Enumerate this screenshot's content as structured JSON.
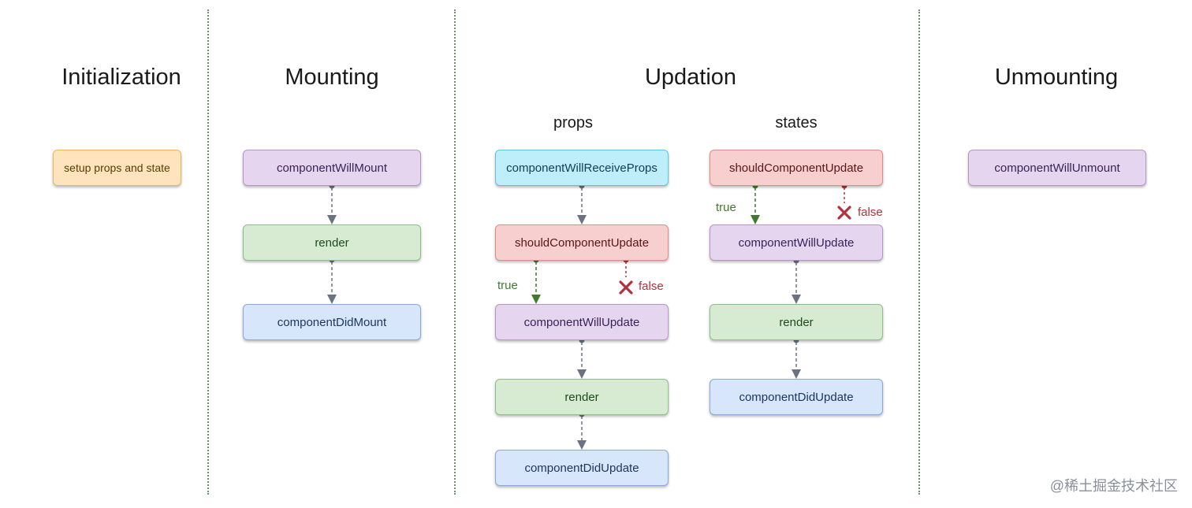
{
  "phases": {
    "initialization": "Initialization",
    "mounting": "Mounting",
    "updation": "Updation",
    "unmounting": "Unmounting"
  },
  "subtitles": {
    "props": "props",
    "states": "states"
  },
  "boxes": {
    "init_setup": "setup props and state",
    "mount_will": "componentWillMount",
    "mount_render": "render",
    "mount_did": "componentDidMount",
    "props_receive": "componentWillReceiveProps",
    "props_should": "shouldComponentUpdate",
    "props_will": "componentWillUpdate",
    "props_render": "render",
    "props_did": "componentDidUpdate",
    "states_should": "shouldComponentUpdate",
    "states_will": "componentWillUpdate",
    "states_render": "render",
    "states_did": "componentDidUpdate",
    "unmount_will": "componentWillUnmount"
  },
  "branches": {
    "true_label": "true",
    "false_label": "false"
  },
  "colors": {
    "orange": "#fde4bd",
    "purple": "#e6d5ee",
    "green": "#d6ebd2",
    "blue": "#d8e6fb",
    "cyan": "#bfeefb",
    "red": "#f7cfcf",
    "connector": "#6b7383",
    "true_branch": "#3f7a2e",
    "false_branch": "#b5303a"
  },
  "icons": {
    "false_marker": "x-cross-icon"
  },
  "watermark": "@稀土掘金技术社区"
}
